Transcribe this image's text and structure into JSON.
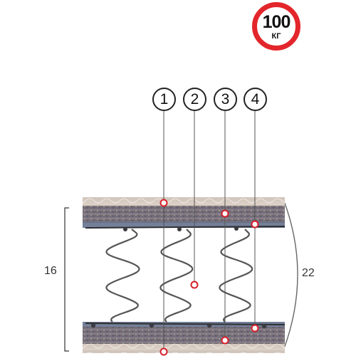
{
  "load_badge": {
    "value": "100",
    "unit": "КГ"
  },
  "callouts": [
    "1",
    "2",
    "3",
    "4"
  ],
  "dimensions": {
    "spring_block_height": "16",
    "total_height": "22"
  },
  "colors": {
    "badge_ring": "#e3262b",
    "marker": "#d6202a",
    "spring": "#555555"
  }
}
